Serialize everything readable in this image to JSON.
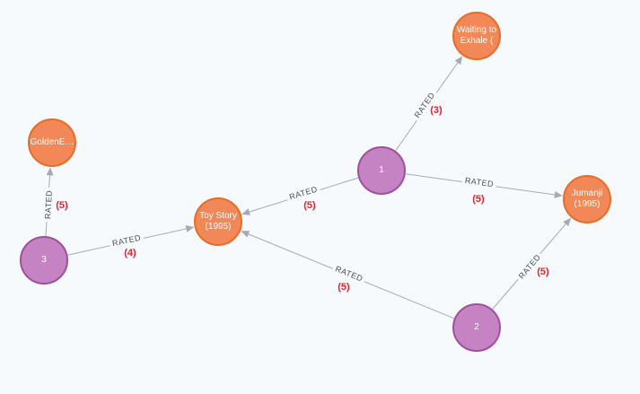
{
  "canvas": {
    "background": "#f6fafd",
    "type": "graph-visualization"
  },
  "colors": {
    "movie_node_fill": "#f28757",
    "movie_node_border": "#e56e28",
    "user_node_fill": "#c583c3",
    "user_node_border": "#a04fa0",
    "edge_line": "#a5abb6",
    "edge_label_text": "#4d4d4d",
    "rating_text": "#e8202b",
    "node_text": "#ffffff"
  },
  "nodes": [
    {
      "id": "movie-waiting-to-exhale",
      "type": "movie",
      "lines": [
        "Waiting to",
        "Exhale ("
      ]
    },
    {
      "id": "movie-goldeneye",
      "type": "movie",
      "lines": [
        "GoldenE…"
      ]
    },
    {
      "id": "movie-toy-story",
      "type": "movie",
      "lines": [
        "Toy Story",
        "(1995)"
      ]
    },
    {
      "id": "movie-jumanji",
      "type": "movie",
      "lines": [
        "Jumanji",
        "(1995)"
      ]
    },
    {
      "id": "user-1",
      "type": "user",
      "lines": [
        "1"
      ]
    },
    {
      "id": "user-2",
      "type": "user",
      "lines": [
        "2"
      ]
    },
    {
      "id": "user-3",
      "type": "user",
      "lines": [
        "3"
      ]
    }
  ],
  "edges": [
    {
      "from": "1",
      "to": "Waiting to Exhale (",
      "label": "RATED",
      "rating": "(3)"
    },
    {
      "from": "1",
      "to": "Toy Story (1995)",
      "label": "RATED",
      "rating": "(5)"
    },
    {
      "from": "1",
      "to": "Jumanji (1995)",
      "label": "RATED",
      "rating": "(5)"
    },
    {
      "from": "3",
      "to": "GoldenE…",
      "label": "RATED",
      "rating": "(5)"
    },
    {
      "from": "3",
      "to": "Toy Story (1995)",
      "label": "RATED",
      "rating": "(4)"
    },
    {
      "from": "2",
      "to": "Toy Story (1995)",
      "label": "RATED",
      "rating": "(5)"
    },
    {
      "from": "2",
      "to": "Jumanji (1995)",
      "label": "RATED",
      "rating": "(5)"
    }
  ]
}
